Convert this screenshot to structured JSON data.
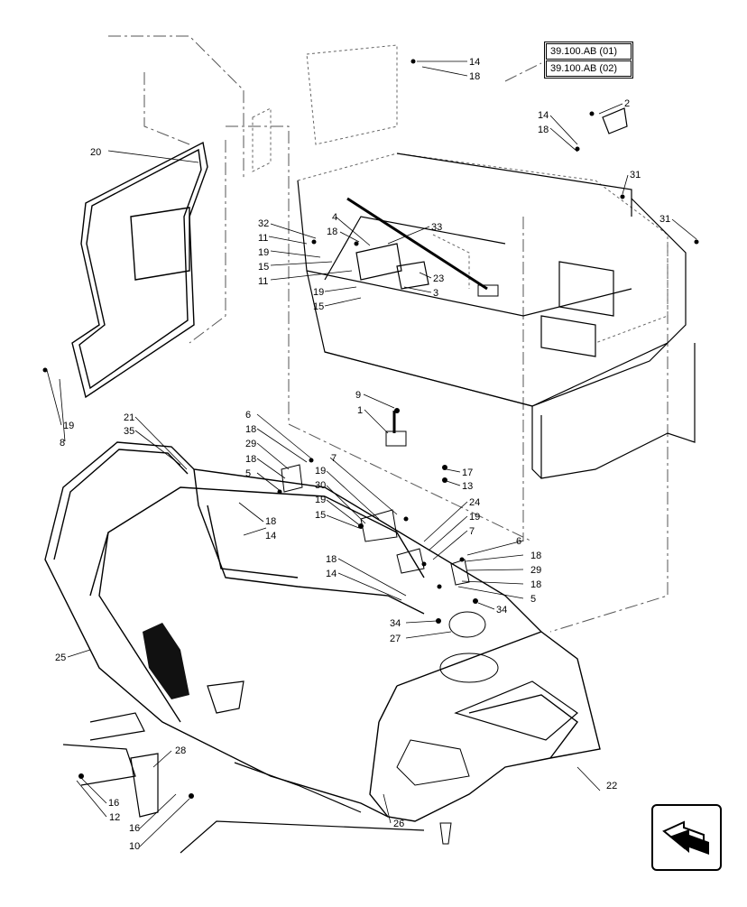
{
  "references": [
    "39.100.AB (01)",
    "39.100.AB (02)"
  ],
  "callouts": [
    {
      "n": "14"
    },
    {
      "n": "18"
    },
    {
      "n": "2"
    },
    {
      "n": "14"
    },
    {
      "n": "18"
    },
    {
      "n": "20"
    },
    {
      "n": "31"
    },
    {
      "n": "31"
    },
    {
      "n": "32"
    },
    {
      "n": "11"
    },
    {
      "n": "19"
    },
    {
      "n": "15"
    },
    {
      "n": "11"
    },
    {
      "n": "4"
    },
    {
      "n": "18"
    },
    {
      "n": "33"
    },
    {
      "n": "23"
    },
    {
      "n": "3"
    },
    {
      "n": "19"
    },
    {
      "n": "15"
    },
    {
      "n": "19"
    },
    {
      "n": "8"
    },
    {
      "n": "9"
    },
    {
      "n": "1"
    },
    {
      "n": "17"
    },
    {
      "n": "13"
    },
    {
      "n": "21"
    },
    {
      "n": "35"
    },
    {
      "n": "6"
    },
    {
      "n": "18"
    },
    {
      "n": "29"
    },
    {
      "n": "18"
    },
    {
      "n": "5"
    },
    {
      "n": "18"
    },
    {
      "n": "14"
    },
    {
      "n": "7"
    },
    {
      "n": "19"
    },
    {
      "n": "30"
    },
    {
      "n": "19"
    },
    {
      "n": "15"
    },
    {
      "n": "24"
    },
    {
      "n": "19"
    },
    {
      "n": "7"
    },
    {
      "n": "6"
    },
    {
      "n": "18"
    },
    {
      "n": "29"
    },
    {
      "n": "18"
    },
    {
      "n": "5"
    },
    {
      "n": "18"
    },
    {
      "n": "14"
    },
    {
      "n": "34"
    },
    {
      "n": "34"
    },
    {
      "n": "27"
    },
    {
      "n": "25"
    },
    {
      "n": "22"
    },
    {
      "n": "28"
    },
    {
      "n": "16"
    },
    {
      "n": "12"
    },
    {
      "n": "16"
    },
    {
      "n": "10"
    },
    {
      "n": "26"
    }
  ]
}
